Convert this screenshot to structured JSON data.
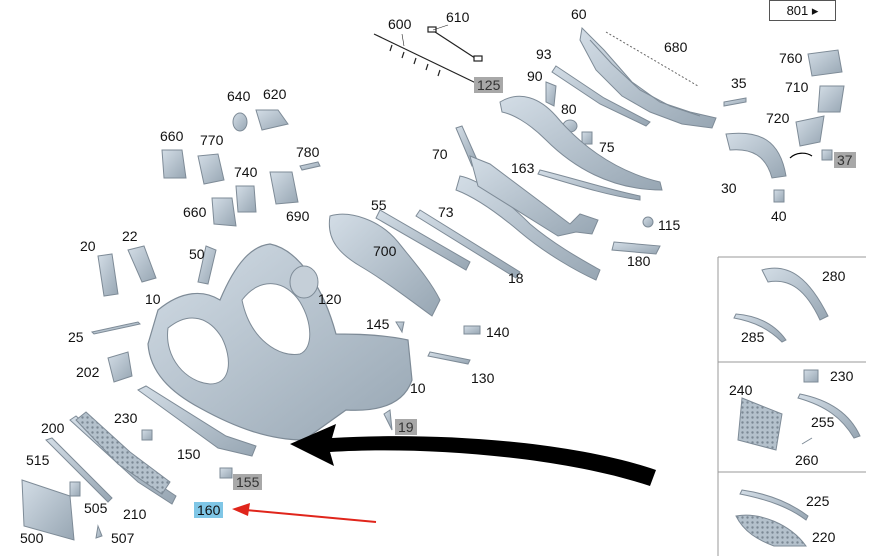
{
  "nav": {
    "page_link": "801",
    "arrow": "▸"
  },
  "colors": {
    "part_fill": "#b9c6d1",
    "part_stroke": "#7e8b97",
    "highlight": "#7fc6e6",
    "grey_box": "#a8a8a8",
    "pointer_red": "#e0251b",
    "big_arrow": "#000000"
  },
  "labels": {
    "p600": "600",
    "p610": "610",
    "p60": "60",
    "p680": "680",
    "p760": "760",
    "p93": "93",
    "p90": "90",
    "p125": "125",
    "p35": "35",
    "p710": "710",
    "p640": "640",
    "p620": "620",
    "p80": "80",
    "p720": "720",
    "p660a": "660",
    "p770": "770",
    "p780": "780",
    "p70": "70",
    "p75": "75",
    "p37": "37",
    "p740": "740",
    "p163": "163",
    "p30": "30",
    "p690": "690",
    "p660b": "660",
    "p55": "55",
    "p73": "73",
    "p40": "40",
    "p115": "115",
    "p20": "20",
    "p22": "22",
    "p50": "50",
    "p700": "700",
    "p180": "180",
    "p280": "280",
    "p18": "18",
    "p10a": "10",
    "p120": "120",
    "p25": "25",
    "p145": "145",
    "p140": "140",
    "p285": "285",
    "p202": "202",
    "p130": "130",
    "p240": "240",
    "p230a": "230",
    "p10b": "10",
    "p255": "255",
    "p200": "200",
    "p230b": "230",
    "p19": "19",
    "p150": "150",
    "p260": "260",
    "p515": "515",
    "p155": "155",
    "p225": "225",
    "p505": "505",
    "p210": "210",
    "p160": "160",
    "p500": "500",
    "p507": "507",
    "p220": "220"
  }
}
